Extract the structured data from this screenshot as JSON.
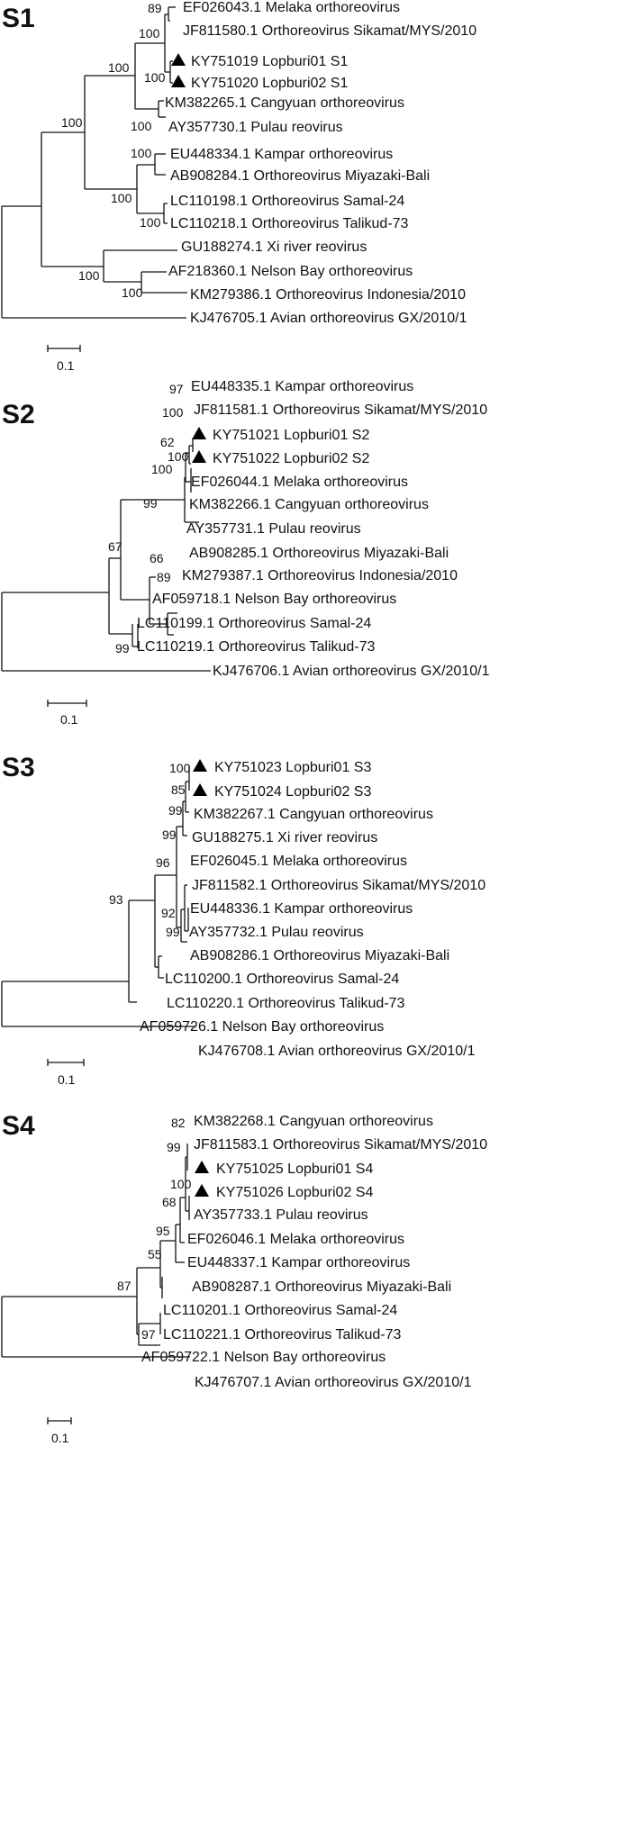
{
  "panels": [
    {
      "id": "S1",
      "title": "S1",
      "scale_label": "0.1",
      "leaves": [
        {
          "label": "EF026043.1 Melaka orthoreovirus",
          "marker": false
        },
        {
          "label": "JF811580.1 Orthoreovirus Sikamat/MYS/2010",
          "marker": false
        },
        {
          "label": "KY751019 Lopburi01 S1",
          "marker": true
        },
        {
          "label": "KY751020 Lopburi02 S1",
          "marker": true
        },
        {
          "label": "KM382265.1 Cangyuan orthoreovirus",
          "marker": false
        },
        {
          "label": "AY357730.1 Pulau reovirus",
          "marker": false
        },
        {
          "label": "EU448334.1 Kampar orthoreovirus",
          "marker": false
        },
        {
          "label": "AB908284.1 Orthoreovirus Miyazaki-Bali",
          "marker": false
        },
        {
          "label": "LC110198.1 Orthoreovirus Samal-24",
          "marker": false
        },
        {
          "label": "LC110218.1 Orthoreovirus Talikud-73",
          "marker": false
        },
        {
          "label": "GU188274.1 Xi river reovirus",
          "marker": false
        },
        {
          "label": "AF218360.1 Nelson Bay orthoreovirus",
          "marker": false
        },
        {
          "label": "KM279386.1 Orthoreovirus Indonesia/2010",
          "marker": false
        },
        {
          "label": "KJ476705.1 Avian orthoreovirus GX/2010/1",
          "marker": false
        }
      ],
      "bootstraps": [
        "89",
        "100",
        "100",
        "100",
        "100",
        "100",
        "100",
        "100",
        "100",
        "100",
        "100"
      ]
    },
    {
      "id": "S2",
      "title": "S2",
      "scale_label": "0.1",
      "leaves": [
        {
          "label": "EU448335.1 Kampar orthoreovirus",
          "marker": false
        },
        {
          "label": "JF811581.1 Orthoreovirus Sikamat/MYS/2010",
          "marker": false
        },
        {
          "label": "KY751021 Lopburi01 S2",
          "marker": true
        },
        {
          "label": "KY751022 Lopburi02 S2",
          "marker": true
        },
        {
          "label": "EF026044.1 Melaka orthoreovirus",
          "marker": false
        },
        {
          "label": "KM382266.1 Cangyuan orthoreovirus",
          "marker": false
        },
        {
          "label": "AY357731.1 Pulau reovirus",
          "marker": false
        },
        {
          "label": "AB908285.1 Orthoreovirus Miyazaki-Bali",
          "marker": false
        },
        {
          "label": "KM279387.1 Orthoreovirus Indonesia/2010",
          "marker": false
        },
        {
          "label": "AF059718.1 Nelson Bay orthoreovirus",
          "marker": false
        },
        {
          "label": "LC110199.1 Orthoreovirus Samal-24",
          "marker": false
        },
        {
          "label": "LC110219.1 Orthoreovirus Talikud-73",
          "marker": false
        },
        {
          "label": "KJ476706.1 Avian orthoreovirus GX/2010/1",
          "marker": false
        }
      ],
      "bootstraps": [
        "97",
        "100",
        "62",
        "100",
        "100",
        "99",
        "66",
        "89",
        "67",
        "99"
      ]
    },
    {
      "id": "S3",
      "title": "S3",
      "scale_label": "0.1",
      "leaves": [
        {
          "label": "KY751023 Lopburi01 S3",
          "marker": true
        },
        {
          "label": "KY751024 Lopburi02 S3",
          "marker": true
        },
        {
          "label": "KM382267.1 Cangyuan orthoreovirus",
          "marker": false
        },
        {
          "label": "GU188275.1 Xi river reovirus",
          "marker": false
        },
        {
          "label": "EF026045.1 Melaka orthoreovirus",
          "marker": false
        },
        {
          "label": "JF811582.1 Orthoreovirus Sikamat/MYS/2010",
          "marker": false
        },
        {
          "label": "EU448336.1 Kampar orthoreovirus",
          "marker": false
        },
        {
          "label": "AY357732.1 Pulau reovirus",
          "marker": false
        },
        {
          "label": "AB908286.1 Orthoreovirus Miyazaki-Bali",
          "marker": false
        },
        {
          "label": "LC110200.1 Orthoreovirus Samal-24",
          "marker": false
        },
        {
          "label": "LC110220.1 Orthoreovirus Talikud-73",
          "marker": false
        },
        {
          "label": "AF059726.1 Nelson Bay orthoreovirus",
          "marker": false
        },
        {
          "label": "KJ476708.1 Avian orthoreovirus GX/2010/1",
          "marker": false
        }
      ],
      "bootstraps": [
        "100",
        "85",
        "99",
        "99",
        "96",
        "92",
        "99",
        "93"
      ]
    },
    {
      "id": "S4",
      "title": "S4",
      "scale_label": "0.1",
      "leaves": [
        {
          "label": "KM382268.1 Cangyuan orthoreovirus",
          "marker": false
        },
        {
          "label": "JF811583.1 Orthoreovirus Sikamat/MYS/2010",
          "marker": false
        },
        {
          "label": "KY751025 Lopburi01 S4",
          "marker": true
        },
        {
          "label": "KY751026 Lopburi02 S4",
          "marker": true
        },
        {
          "label": "AY357733.1 Pulau reovirus",
          "marker": false
        },
        {
          "label": "EF026046.1 Melaka orthoreovirus",
          "marker": false
        },
        {
          "label": "EU448337.1 Kampar orthoreovirus",
          "marker": false
        },
        {
          "label": "AB908287.1 Orthoreovirus Miyazaki-Bali",
          "marker": false
        },
        {
          "label": "LC110201.1 Orthoreovirus Samal-24",
          "marker": false
        },
        {
          "label": "LC110221.1 Orthoreovirus Talikud-73",
          "marker": false
        },
        {
          "label": "AF059722.1 Nelson Bay orthoreovirus",
          "marker": false
        },
        {
          "label": "KJ476707.1 Avian orthoreovirus GX/2010/1",
          "marker": false
        }
      ],
      "bootstraps": [
        "82",
        "99",
        "100",
        "68",
        "95",
        "55",
        "87",
        "97"
      ]
    }
  ]
}
